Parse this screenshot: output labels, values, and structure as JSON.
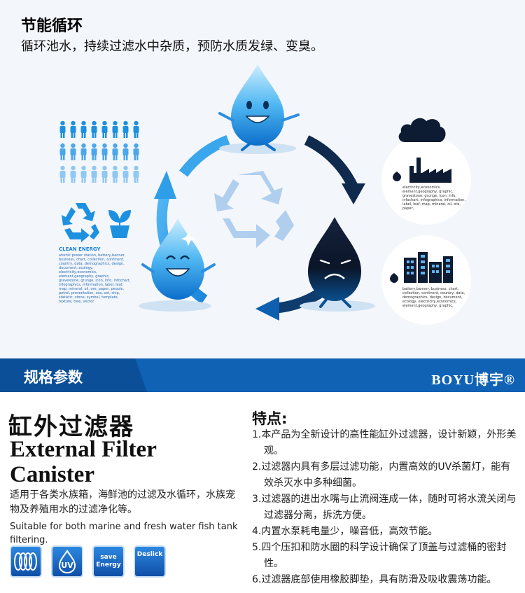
{
  "energy": {
    "heading": "节能循环",
    "subheading": "循环池水，持续过滤水中杂质，预防水质发绿、变臭。"
  },
  "infographic": {
    "clean_energy_title": "CLEAN ENERGY",
    "clean_energy_text": "atomic power station, battery,banner, business, chart, collection, continent, country, data, demographics, design, document, ecology, electricity,economics, element,geography, graphic, gravestone, grunge, icon, info, infochart, infographics, information, label, leaf, map, mineral, oil, ore, paper, people, petrol, presentation, sea, set, ship, statistic, stone, symbol, template, texture, tree, vector",
    "factory_text": "electricity,economics, element,geography, graphic, gravestone, grunge, icon, info, infochart, infographics, information, label, leaf, map, mineral, oil, ore, paper,",
    "city_text": "battery,banner, business, chart, collection, continent, country, data, demographics, design, document, ecology, electricity,economics, element,geography, graphic,",
    "colors": {
      "light_blue": "#1e90e0",
      "dark": "#0d1b33",
      "recycle": "#a9cbed"
    },
    "icons": [
      "people-icon",
      "recycle-icon",
      "plant-icon",
      "cloud-icon",
      "factory-icon",
      "drop-icon",
      "city-icon"
    ]
  },
  "banner": {
    "title": "规格参数",
    "brand": "BOYU博宇®"
  },
  "product": {
    "name_cn": "缸外过滤器",
    "name_en_line1": "External Filter",
    "name_en_line2": "Canister",
    "desc_cn": "适用于各类水族箱，海鲜池的过滤及水循环，水族宠物及养殖用水的过滤净化等。",
    "desc_en": "Suitable for both marine and fresh water fish tank filtering.",
    "feature_icons": [
      {
        "name": "spring-filter-icon",
        "label": ""
      },
      {
        "name": "uv-icon",
        "label": "UV"
      },
      {
        "name": "save-energy-icon",
        "label": "save Energy"
      },
      {
        "name": "deslick-icon",
        "label": "Deslick"
      }
    ]
  },
  "features": {
    "title": "特点:",
    "items": [
      "1.本产品为全新设计的高性能缸外过滤器，设计新颖，外形美观。",
      "2.过滤器内具有多层过滤功能，内置高效的UV杀菌灯，能有效杀灭水中多种细菌。",
      "3.过滤器的进出水嘴与止流阀连成一体，随时可将水流关闭与过滤器分离，拆洗方便。",
      "4.内置水泵耗电量少，噪音低，高效节能。",
      "5.四个压扣和防水圈的科学设计确保了顶盖与过滤桶的密封性。",
      "6.过滤器底部使用橡胶脚垫，具有防滑及吸收震荡功能。"
    ]
  }
}
